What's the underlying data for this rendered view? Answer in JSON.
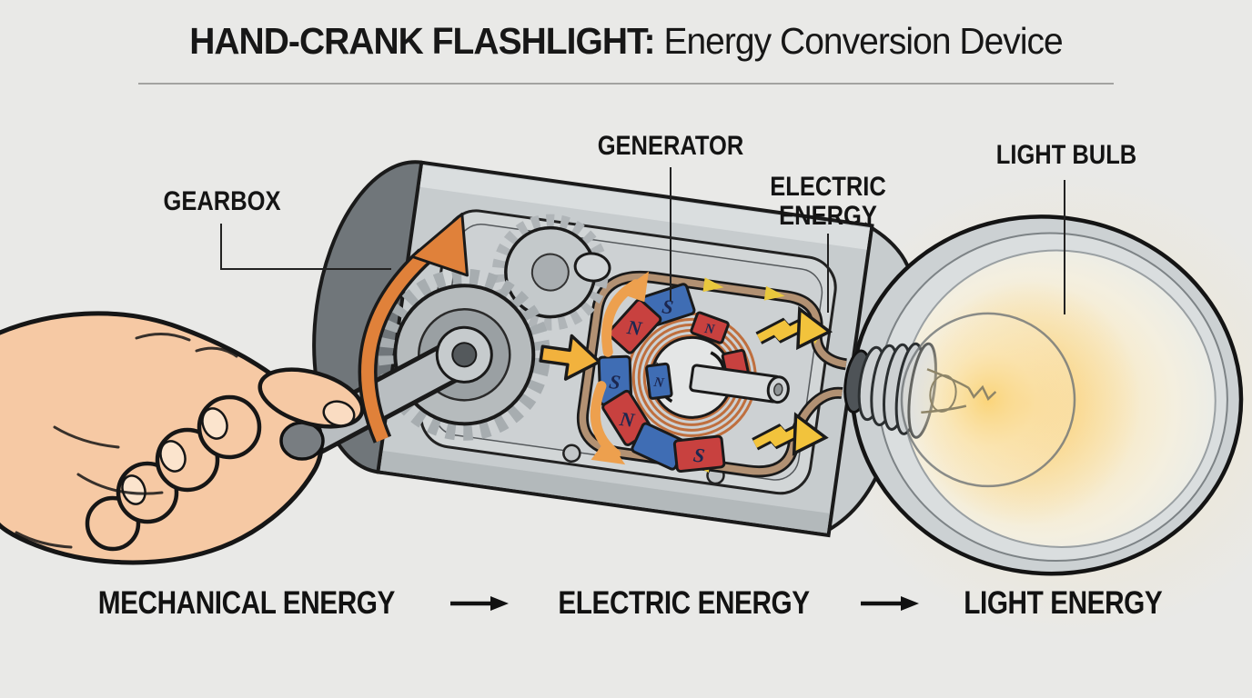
{
  "title": {
    "main": "HAND-CRANK FLASHLIGHT:",
    "subtitle": " Energy Conversion Device"
  },
  "part_labels": {
    "gearbox": "GEARBOX",
    "generator": "GENERATOR",
    "electric_energy": [
      "ELECTRIC",
      "ENERGY"
    ],
    "light_bulb": "LIGHT BULB"
  },
  "flow": {
    "steps": [
      "MECHANICAL ENERGY",
      "ELECTRIC ENERGY",
      "LIGHT ENERGY"
    ]
  },
  "magnet_letters": [
    "S",
    "N",
    "S",
    "N",
    "S",
    "N",
    "N"
  ],
  "colors": {
    "background": "#e9e9e7",
    "body_gray": "#c7ccce",
    "cap_gray": "#70767a",
    "accent_orange": "#e0813a",
    "accent_yellow": "#f2b93c",
    "magnet_red": "#c8413f",
    "magnet_blue": "#3f6db4",
    "copper": "#bf6f3e",
    "wire_tan": "#b29173",
    "glow_warm": "#f9d98c",
    "skin": "#f6c9a4",
    "outline": "#1a1a1a"
  }
}
